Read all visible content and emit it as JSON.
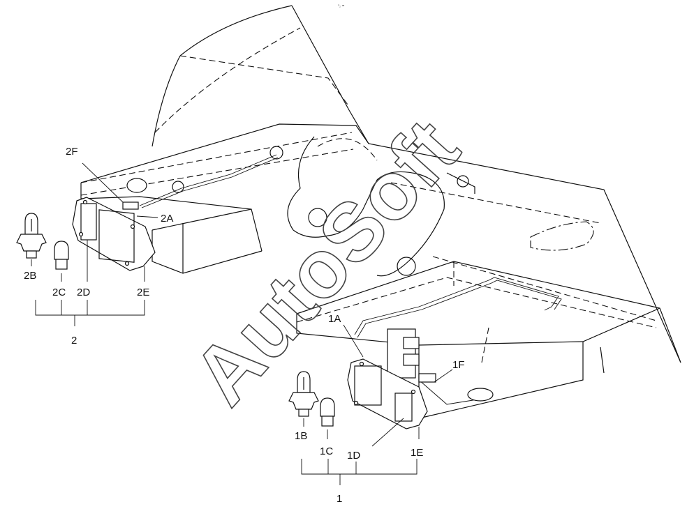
{
  "watermark": "AutoSoft",
  "top_mark": "⁰₂ ≐",
  "assemblies": [
    {
      "id": "2",
      "label": "2",
      "parts": [
        {
          "id": "2A",
          "label": "2A"
        },
        {
          "id": "2B",
          "label": "2B"
        },
        {
          "id": "2C",
          "label": "2C"
        },
        {
          "id": "2D",
          "label": "2D"
        },
        {
          "id": "2E",
          "label": "2E"
        },
        {
          "id": "2F",
          "label": "2F"
        }
      ]
    },
    {
      "id": "1",
      "label": "1",
      "parts": [
        {
          "id": "1A",
          "label": "1A"
        },
        {
          "id": "1B",
          "label": "1B"
        },
        {
          "id": "1C",
          "label": "1C"
        },
        {
          "id": "1D",
          "label": "1D"
        },
        {
          "id": "1E",
          "label": "1E"
        },
        {
          "id": "1F",
          "label": "1F"
        }
      ]
    }
  ]
}
